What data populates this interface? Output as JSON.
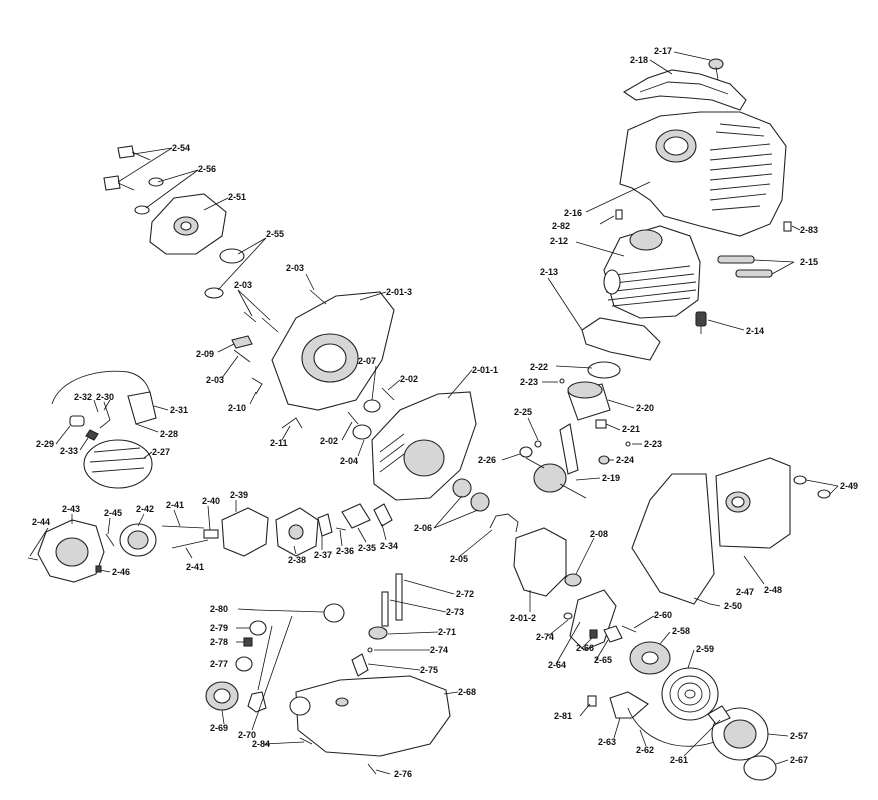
{
  "diagram": {
    "parts": [
      "2-17",
      "2-18",
      "2-16",
      "2-82",
      "2-83",
      "2-12",
      "2-15",
      "2-13",
      "2-14",
      "2-54",
      "2-56",
      "2-51",
      "2-55",
      "2-03",
      "2-03",
      "2-01-3",
      "2-09",
      "2-03",
      "2-10",
      "2-11",
      "2-07",
      "2-02",
      "2-02",
      "2-04",
      "2-01-1",
      "2-22",
      "2-23",
      "2-20",
      "2-21",
      "2-23",
      "2-25",
      "2-26",
      "2-24",
      "2-19",
      "2-32",
      "2-30",
      "2-31",
      "2-28",
      "2-29",
      "2-33",
      "2-27",
      "2-44",
      "2-43",
      "2-45",
      "2-42",
      "2-41",
      "2-40",
      "2-39",
      "2-46",
      "2-41",
      "2-38",
      "2-37",
      "2-36",
      "2-35",
      "2-34",
      "2-06",
      "2-05",
      "2-08",
      "2-01-2",
      "2-49",
      "2-47",
      "2-48",
      "2-50",
      "2-72",
      "2-73",
      "2-71",
      "2-74",
      "2-75",
      "2-74",
      "2-64",
      "2-66",
      "2-65",
      "2-60",
      "2-58",
      "2-59",
      "2-80",
      "2-79",
      "2-78",
      "2-77",
      "2-69",
      "2-70",
      "2-84",
      "2-68",
      "2-76",
      "2-81",
      "2-63",
      "2-62",
      "2-61",
      "2-57",
      "2-67"
    ]
  }
}
